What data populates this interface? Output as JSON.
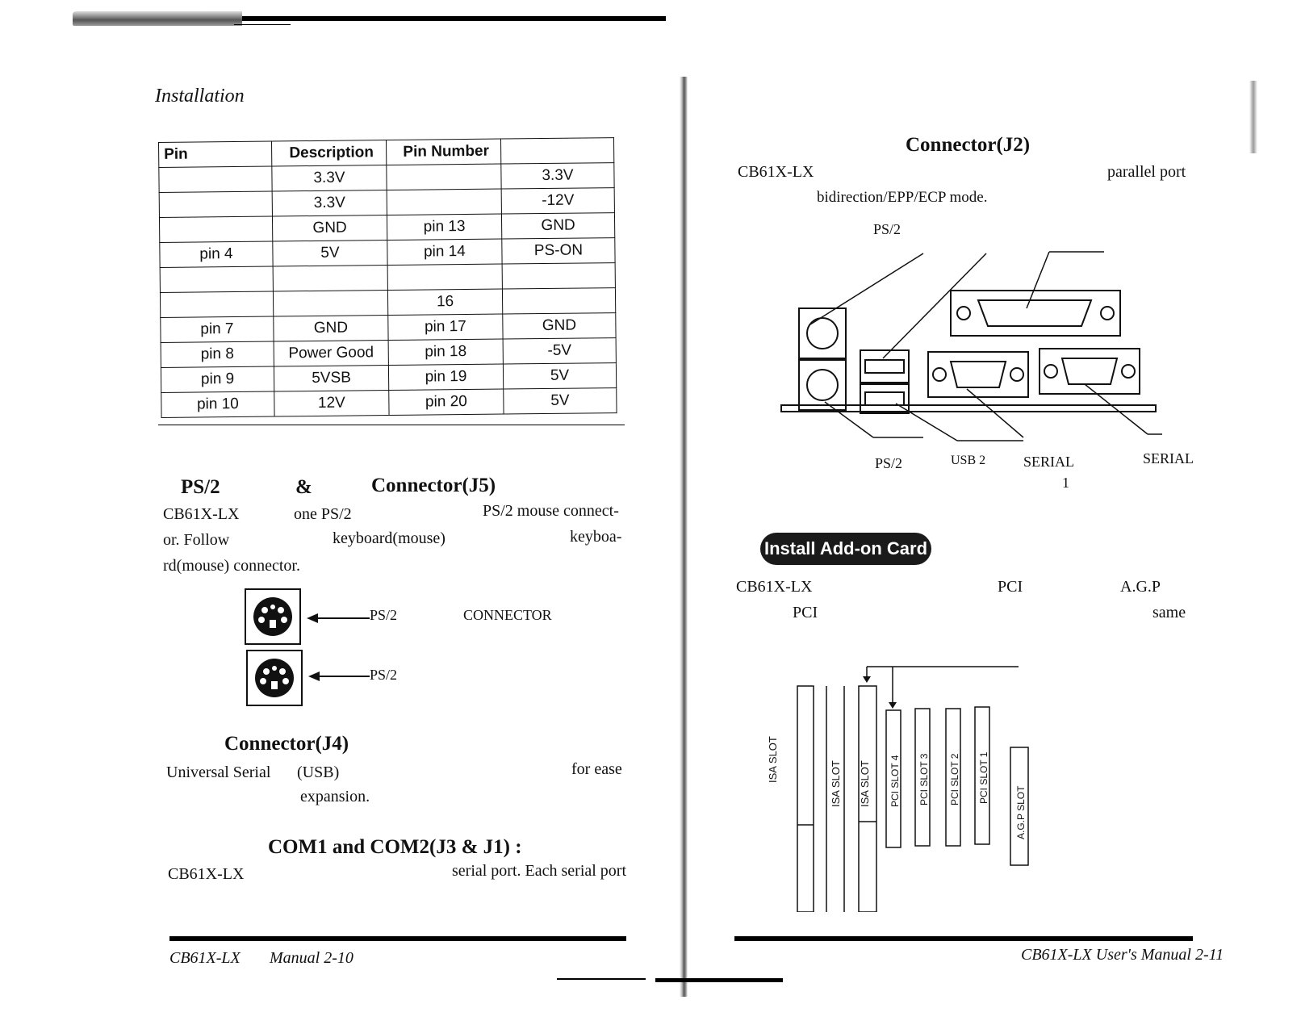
{
  "left_page": {
    "header": "Installation",
    "table": {
      "headers": [
        "Pin",
        "Description",
        "Pin Number",
        ""
      ],
      "rows": [
        [
          "",
          "3.3V",
          "",
          "3.3V"
        ],
        [
          "",
          "3.3V",
          "",
          "-12V"
        ],
        [
          "",
          "GND",
          "pin 13",
          "GND"
        ],
        [
          "pin 4",
          "5V",
          "pin 14",
          "PS-ON"
        ],
        [
          "",
          "",
          "",
          ""
        ],
        [
          "",
          "",
          "16",
          ""
        ],
        [
          "pin 7",
          "GND",
          "pin 17",
          "GND"
        ],
        [
          "pin 8",
          "Power Good",
          "pin 18",
          "-5V"
        ],
        [
          "pin 9",
          "5VSB",
          "pin 19",
          "5V"
        ],
        [
          "pin 10",
          "12V",
          "pin 20",
          "5V"
        ]
      ]
    },
    "ps2_section": {
      "heading_a": "PS/2",
      "heading_amp": "&",
      "heading_b": "Connector(J5)",
      "line1_a": "CB61X-LX",
      "line1_b": "one PS/2",
      "line1_c": "PS/2 mouse connect-",
      "line2_a": "or. Follow",
      "line2_b": "keyboard(mouse)",
      "line2_c": "keyboa-",
      "line3": "rd(mouse) connector.",
      "label_top": "PS/2",
      "label_connector": "CONNECTOR",
      "label_bottom": "PS/2"
    },
    "usb_section": {
      "heading": "Connector(J4)",
      "line1_a": "Universal Serial",
      "line1_b": "(USB)",
      "line1_c": "for ease",
      "line2": "expansion."
    },
    "com_section": {
      "heading": "COM1 and COM2(J3 & J1) :",
      "line1_a": "CB61X-LX",
      "line1_b": "serial port. Each serial port"
    },
    "footer_a": "CB61X-LX",
    "footer_b": "Manual 2-10"
  },
  "right_page": {
    "parallel_section": {
      "heading": "Connector(J2)",
      "line1_a": "CB61X-LX",
      "line1_b": "parallel port",
      "line2": "bidirection/EPP/ECP mode.",
      "label_ps2_top": "PS/2",
      "label_ps2_bottom": "PS/2",
      "label_usb": "USB 2",
      "label_serial_a": "SERIAL",
      "label_serial_a_num": "1",
      "label_serial_b": "SERIAL"
    },
    "addon_section": {
      "pill": "Install Add-on Card",
      "line1_a": "CB61X-LX",
      "line1_b": "PCI",
      "line1_c": "A.G.P",
      "line2_a": "PCI",
      "line2_b": "same",
      "slots": [
        "ISA SLOT",
        "ISA SLOT",
        "ISA SLOT",
        "PCI SLOT 4",
        "PCI SLOT 3",
        "PCI SLOT 2",
        "PCI SLOT 1",
        "A.G.P SLOT"
      ]
    },
    "footer": "CB61X-LX User's Manual 2-11"
  }
}
